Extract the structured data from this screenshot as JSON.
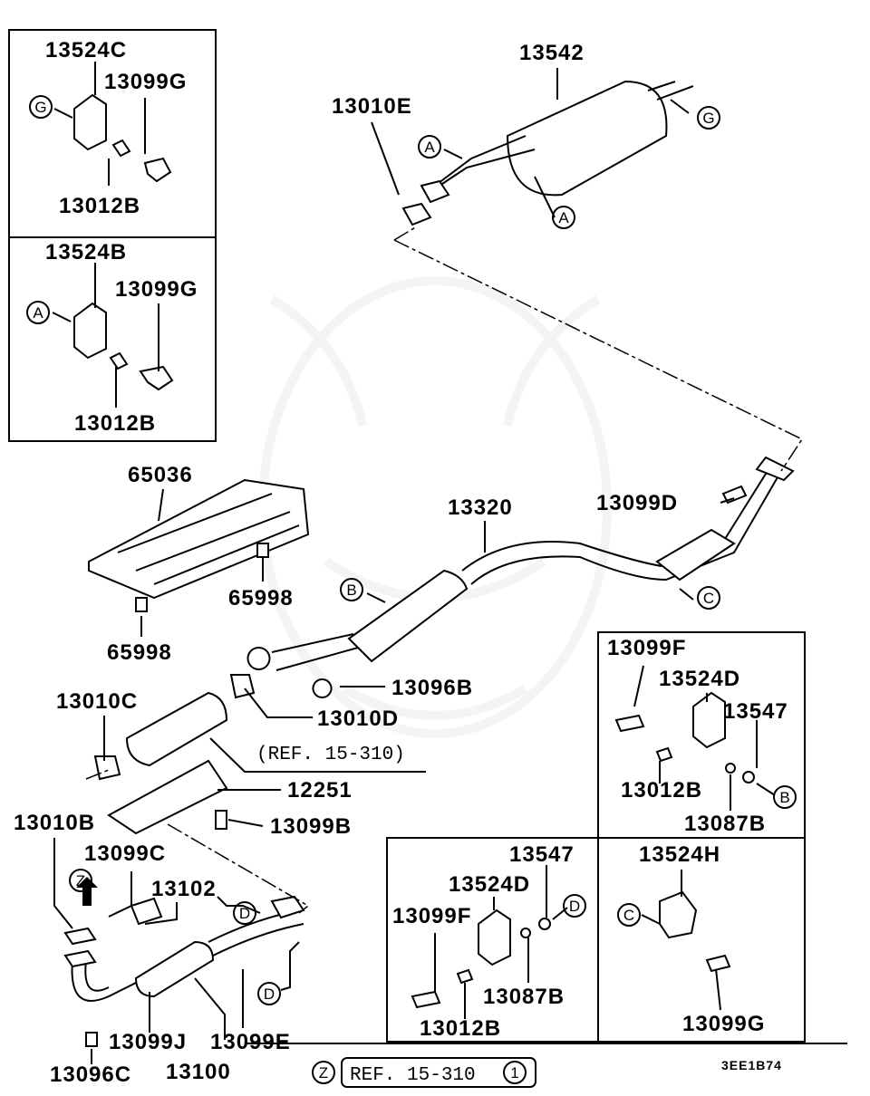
{
  "diagram_code": "3EE1B74",
  "reference": {
    "prefix_marker": "Z",
    "text": "REF. 15-310",
    "suffix_marker": "1"
  },
  "ref_note": "(REF. 15-310)",
  "parts": {
    "p13524C": "13524C",
    "p13099G_a": "13099G",
    "p13012B_a": "13012B",
    "p13524B": "13524B",
    "p13099G_b": "13099G",
    "p13012B_b": "13012B",
    "p13542": "13542",
    "p13010E": "13010E",
    "p65036": "65036",
    "p65998_a": "65998",
    "p65998_b": "65998",
    "p13320": "13320",
    "p13099D": "13099D",
    "p13096B": "13096B",
    "p13010C": "13010C",
    "p13010D": "13010D",
    "p12251": "12251",
    "p13099B": "13099B",
    "p13010B": "13010B",
    "p13099C": "13099C",
    "p13102": "13102",
    "p13099J": "13099J",
    "p13099E": "13099E",
    "p13096C": "13096C",
    "p13100": "13100",
    "p13099F_a": "13099F",
    "p13524D_a": "13524D",
    "p13547_a": "13547",
    "p13012B_c": "13012B",
    "p13087B_a": "13087B",
    "p13547_b": "13547",
    "p13524D_b": "13524D",
    "p13099F_b": "13099F",
    "p13087B_b": "13087B",
    "p13012B_d": "13012B",
    "p13524H": "13524H",
    "p13099G_c": "13099G"
  },
  "markers": {
    "G1": "G",
    "A1": "A",
    "A2": "A",
    "G2": "G",
    "A3": "A",
    "B1": "B",
    "C1": "C",
    "Z1": "Z",
    "D1": "D",
    "D2": "D",
    "B2": "B",
    "D3": "D",
    "C2": "C"
  }
}
